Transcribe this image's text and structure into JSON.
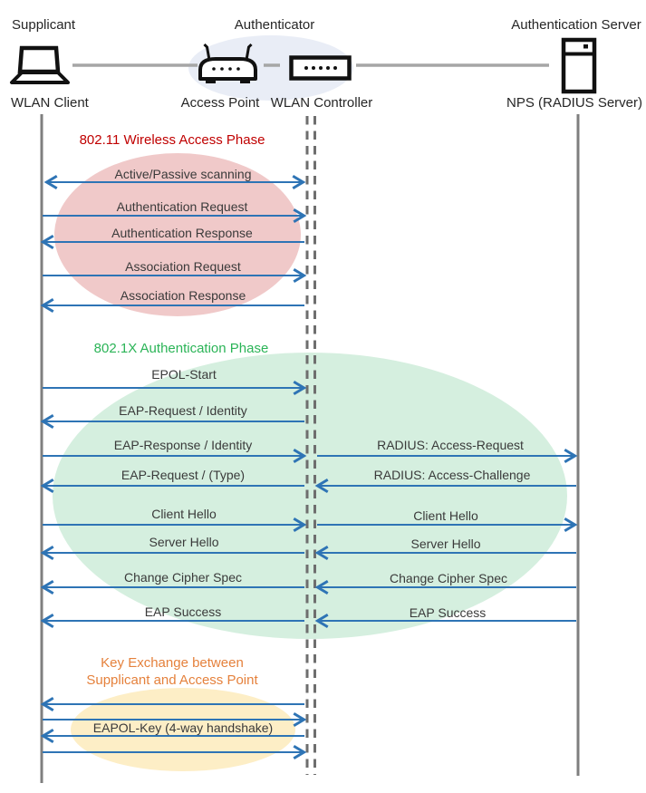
{
  "actors": {
    "supplicant": {
      "role": "Supplicant",
      "device": "WLAN Client"
    },
    "authenticator": {
      "role": "Authenticator",
      "ap": "Access Point",
      "controller": "WLAN Controller"
    },
    "server": {
      "role": "Authentication Server",
      "device": "NPS (RADIUS Server)"
    }
  },
  "phase1": {
    "title": "802.11 Wireless Access Phase",
    "title_color": "#C00000",
    "ellipse_color": "#F0C9C9",
    "messages": [
      "Active/Passive scanning",
      "Authentication Request",
      "Authentication Response",
      "Association Request",
      "Association Response"
    ]
  },
  "phase2": {
    "title": "802.1X Authentication Phase",
    "title_color": "#2BB457",
    "ellipse_color": "#D5EFDF",
    "client_messages": [
      "EPOL-Start",
      "EAP-Request / Identity",
      "EAP-Response / Identity",
      "EAP-Request / (Type)",
      "Client Hello",
      "Server Hello",
      "Change Cipher Spec",
      "EAP Success"
    ],
    "server_messages": [
      "RADIUS: Access-Request",
      "RADIUS: Access-Challenge",
      "Client Hello",
      "Server Hello",
      "Change Cipher Spec",
      "EAP Success"
    ]
  },
  "phase3": {
    "title_line1": "Key Exchange between",
    "title_line2": "Supplicant and Access Point",
    "title_color": "#E5813C",
    "ellipse_color": "#FDEEC6",
    "message": "EAPOL-Key (4-way handshake)"
  },
  "colors": {
    "arrow": "#2E74B5",
    "lifeline": "#7F7F7F",
    "dashed_lifeline": "#6E6E6E",
    "connector": "#A6A6A6",
    "authenticator_ellipse": "#E9EDF6"
  }
}
